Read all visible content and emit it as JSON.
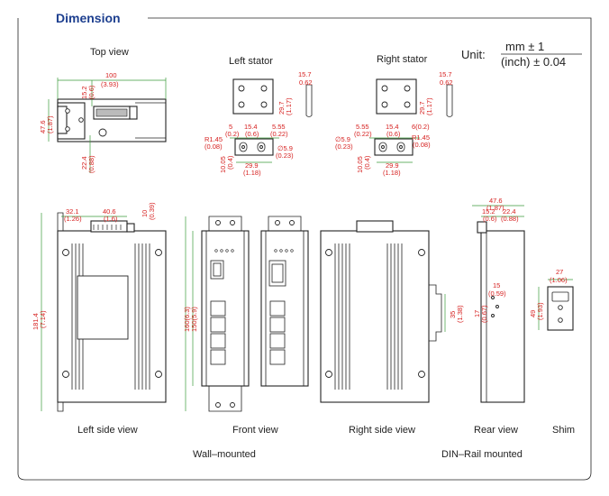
{
  "section_title": "Dimension",
  "unit": {
    "label": "Unit:",
    "numerator": "mm ± 1",
    "denominator": "(inch) ± 0.04"
  },
  "views": {
    "top": "Top view",
    "left_stator": "Left stator",
    "right_stator": "Right stator",
    "left_side": "Left side view",
    "front": "Front view",
    "right_side": "Right side view",
    "rear": "Rear view",
    "shim": "Shim"
  },
  "groups": {
    "wall": "Wall–mounted",
    "din": "DIN–Rail mounted"
  },
  "dims": {
    "top_100": "100",
    "top_100_in": "(3.93)",
    "top_15_2": "15.2",
    "top_15_2_in": "(0.6)",
    "top_47_6": "47.6",
    "top_47_6_in": "(1.87)",
    "top_22_4": "22.4",
    "top_22_4_in": "(0.88)",
    "ls_15_7": "15.7",
    "ls_15_7_in": "0.62",
    "ls_29_7": "29.7",
    "ls_29_7_in": "(1.17)",
    "ls_5": "5",
    "ls_5_in": "(0.2)",
    "ls_15_4": "15.4",
    "ls_15_4_in": "(0.6)",
    "ls_5_55": "5.55",
    "ls_5_55_in": "(0.22)",
    "ls_r145": "R1.45",
    "ls_r145_in": "(0.08)",
    "ls_d59": "∅5.9",
    "ls_d59_in": "(0.23)",
    "ls_10_05": "10.05",
    "ls_10_05_in": "(0.4)",
    "ls_29_9": "29.9",
    "ls_29_9_in": "(1.18)",
    "rs_15_7": "15.7",
    "rs_15_7_in": "0.62",
    "rs_29_7": "29.7",
    "rs_29_7_in": "(1.17)",
    "rs_5_55": "5.55",
    "rs_5_55_in": "(0.22)",
    "rs_15_4": "15.4",
    "rs_15_4_in": "(0.6)",
    "rs_6": "6(0.2)",
    "rs_d59": "∅5.9",
    "rs_d59_in": "(0.23)",
    "rs_r145": "R1.45",
    "rs_r145_in": "(0.08)",
    "rs_10_05": "10.05",
    "rs_10_05_in": "(0.4)",
    "rs_29_9": "29.9",
    "rs_29_9_in": "(1.18)",
    "lsv_32_1": "32.1",
    "lsv_32_1_in": "(1.26)",
    "lsv_40_6": "40.6",
    "lsv_40_6_in": "(1.6)",
    "lsv_10": "10",
    "lsv_10_in": "(0.39)",
    "lsv_181_4": "181.4",
    "lsv_181_4_in": "(7.14)",
    "fv_150": "150(5.9)",
    "fv_160": "160(6.3)",
    "rsv_35": "35",
    "rsv_35_in": "(1.38)",
    "rv_47_6": "47.6",
    "rv_47_6_in": "(1.87)",
    "rv_15_2": "15.2",
    "rv_15_2_in": "(0.6)",
    "rv_22_4": "22.4",
    "rv_22_4_in": "(0.88)",
    "rv_15": "15",
    "rv_15_in": "(0.59)",
    "rv_17": "17",
    "rv_17_in": "(0.67)",
    "sh_27": "27",
    "sh_27_in": "(1.06)",
    "sh_49": "49",
    "sh_49_in": "(1.93)"
  }
}
